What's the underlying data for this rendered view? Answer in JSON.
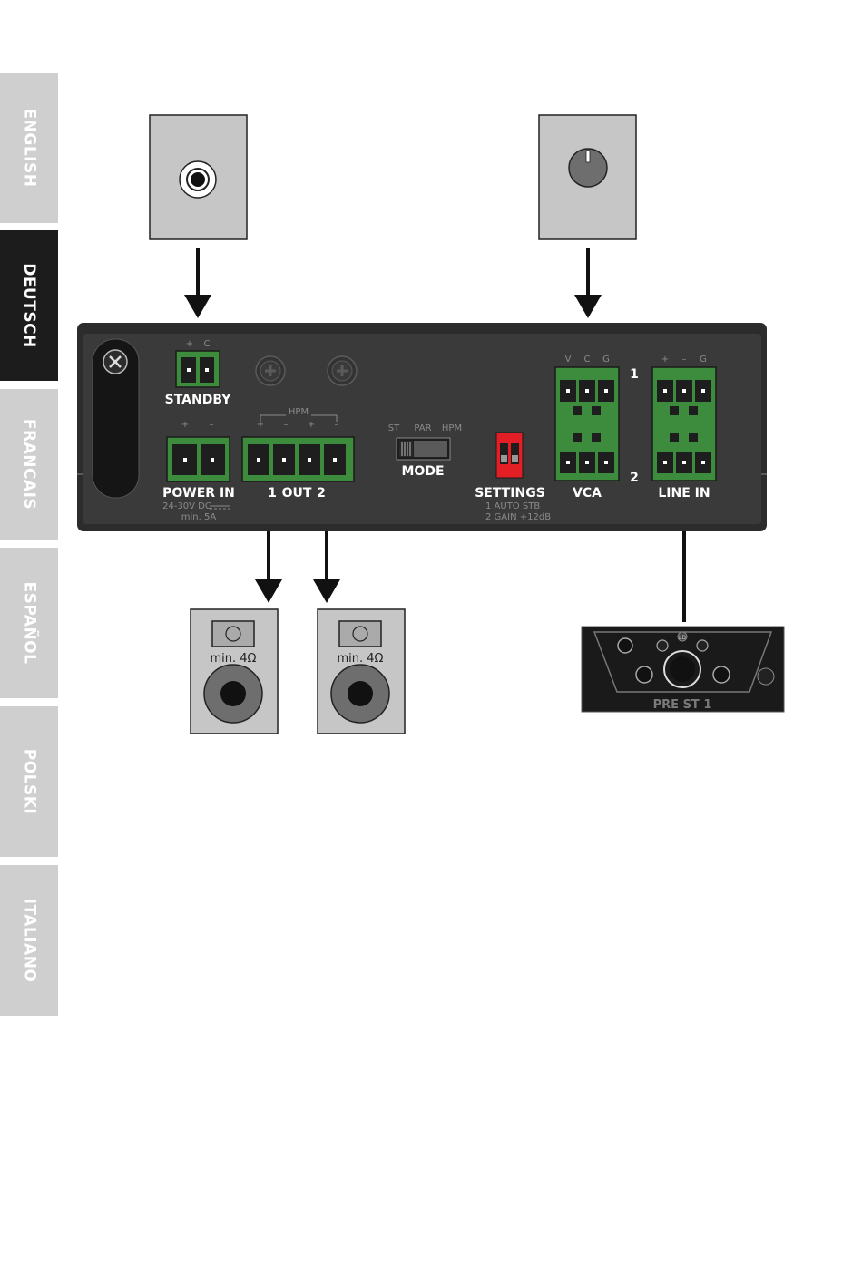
{
  "languages": [
    {
      "label": "ENGLISH",
      "active": false
    },
    {
      "label": "DEUTSCH",
      "active": true
    },
    {
      "label": "FRANCAIS",
      "active": false
    },
    {
      "label": "ESPAÑOL",
      "active": false
    },
    {
      "label": "POLSKI",
      "active": false
    },
    {
      "label": "ITALIANO",
      "active": false
    }
  ],
  "panel": {
    "standby": {
      "label": "STANDBY",
      "pins": [
        "+",
        "C"
      ]
    },
    "power_in": {
      "label": "POWER IN",
      "pins": [
        "+",
        "–"
      ],
      "spec1": "24-30V DC",
      "spec2": "min. 5A"
    },
    "out": {
      "hpm": "HPM",
      "pins": [
        "+",
        "–",
        "+",
        "–"
      ],
      "n1": "1",
      "label": "OUT",
      "n2": "2"
    },
    "mode": {
      "label": "MODE",
      "options": [
        "ST",
        "PAR",
        "HPM"
      ]
    },
    "settings": {
      "label": "SETTINGS",
      "line1": "1  AUTO STB",
      "line2": "2  GAIN +12dB"
    },
    "vca": {
      "label": "VCA",
      "pins": [
        "V",
        "C",
        "G"
      ],
      "ch1": "1",
      "ch2": "2"
    },
    "line_in": {
      "label": "LINE IN",
      "pins": [
        "+",
        "–",
        "G"
      ]
    }
  },
  "speakers": [
    {
      "rating": "min. 4Ω"
    },
    {
      "rating": "min. 4Ω"
    }
  ],
  "preamp": {
    "label": "PRE ST 1",
    "logo": "LD"
  },
  "colors": {
    "panel": "#3a3a3a",
    "terminal": "#3d8b3d",
    "dip": "#e31e24",
    "tab_active": "#1c1c1c",
    "tab_inactive": "#cfcfcf"
  }
}
